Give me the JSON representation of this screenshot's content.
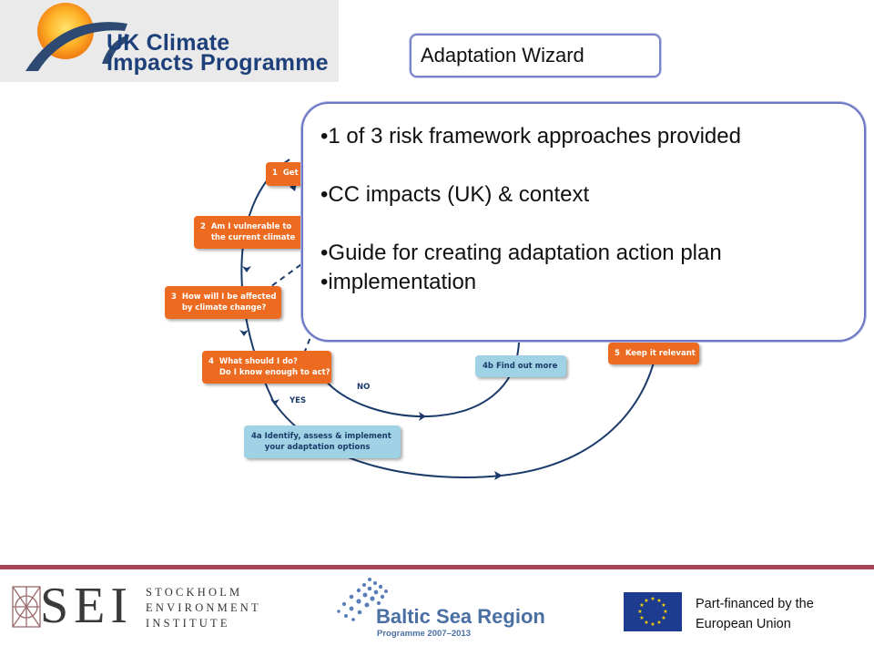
{
  "header": {
    "logo_line1": "UK Climate",
    "logo_line2": "Impacts Programme",
    "title": "Adaptation Wizard"
  },
  "diagram": {
    "steps": {
      "s1": "1  Get",
      "s2": "2  Am I vulnerable to\n    the current climate",
      "s3": "3  How will I be affected\n    by climate change?",
      "s4": "4  What should I do?\n    Do I know enough to act?",
      "s4a": "4a Identify, assess & implement\n     your adaptation options",
      "s4b": "4b Find out more",
      "s5": "5  Keep it relevant"
    },
    "labels": {
      "yes": "YES",
      "no": "NO"
    },
    "colors": {
      "orange": "#ed6b21",
      "blue": "#9fd2e4",
      "line": "#1a3a6a"
    }
  },
  "callout": {
    "line1": "•1 of 3 risk framework approaches provided",
    "line2": "•CC impacts (UK) & context",
    "line3": "•Guide for creating adaptation action plan",
    "line4": "•implementation"
  },
  "footer": {
    "sei_letters": "SEI",
    "sei_word1": "STOCKHOLM",
    "sei_word2": "ENVIRONMENT",
    "sei_word3": "INSTITUTE",
    "bsr_title": "Baltic Sea Region",
    "bsr_sub": "Programme 2007–2013",
    "eu_line1": "Part-financed by the",
    "eu_line2": "European Union"
  }
}
